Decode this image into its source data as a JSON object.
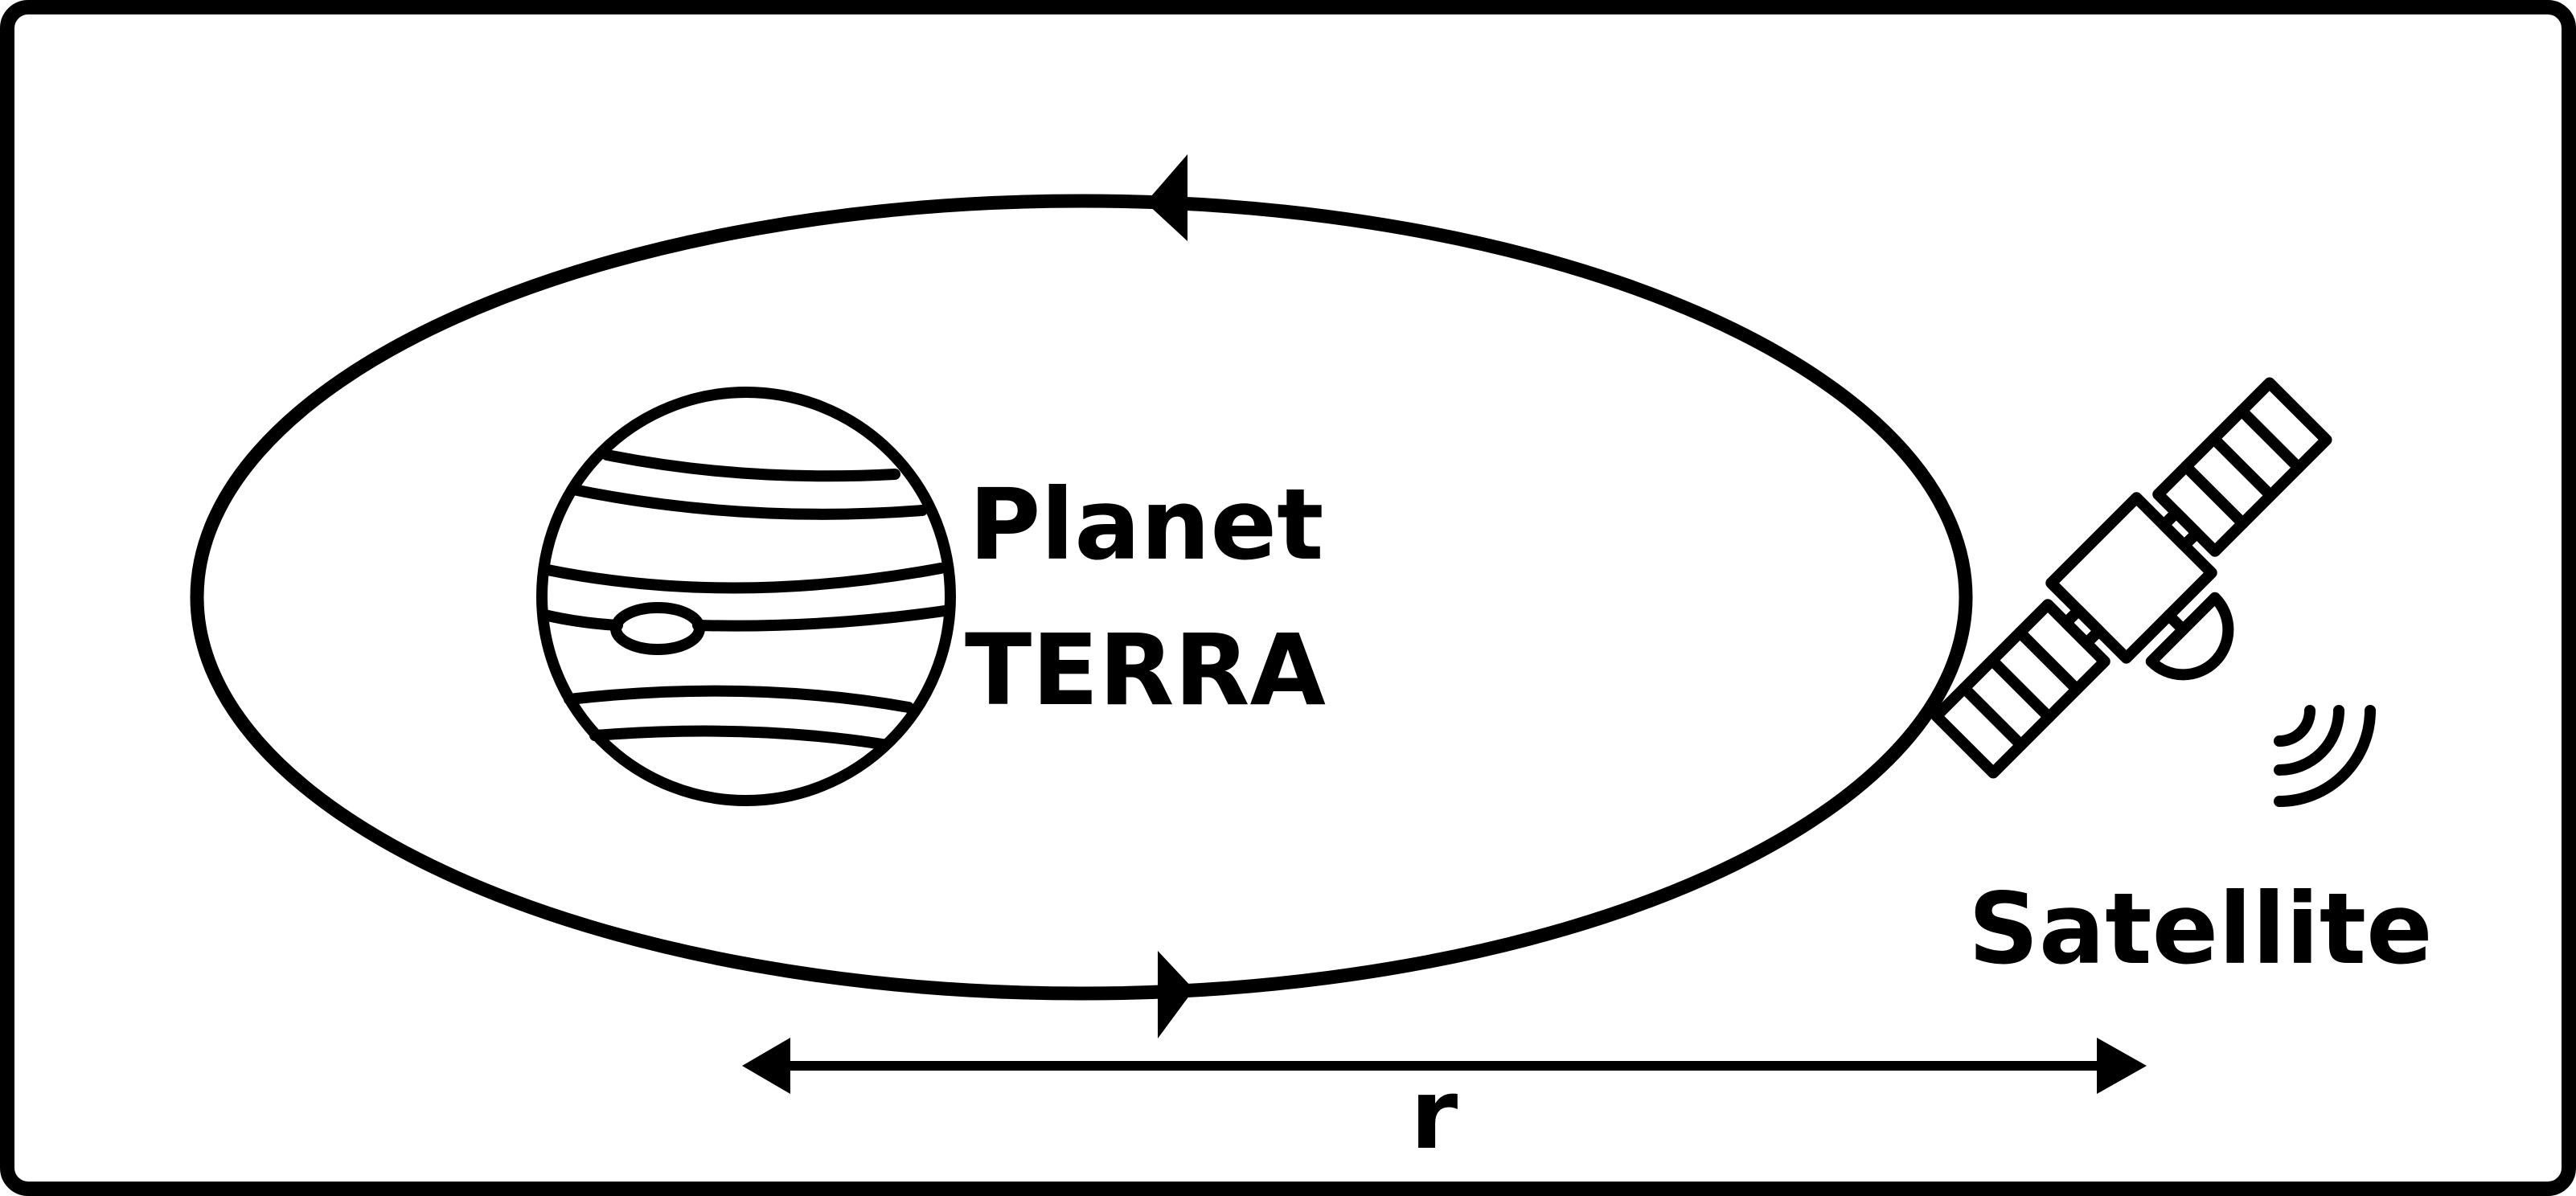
{
  "labels": {
    "planet_line1": "Planet",
    "planet_line2": "TERRA",
    "satellite": "Satellite",
    "radius": "r"
  },
  "icons": {
    "planet": "planet-icon",
    "satellite": "satellite-icon"
  },
  "colors": {
    "stroke": "#000000",
    "background": "#ffffff"
  }
}
